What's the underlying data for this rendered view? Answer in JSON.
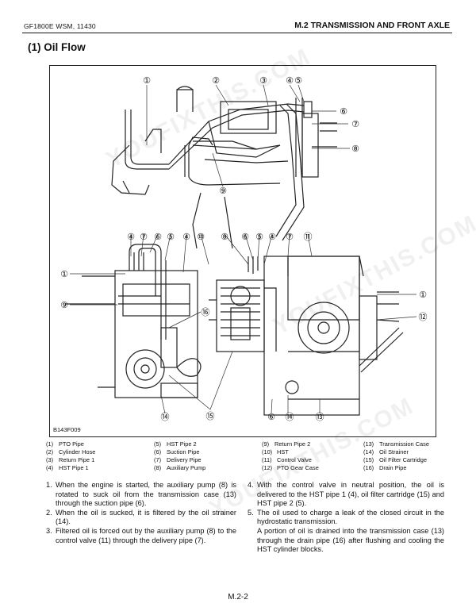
{
  "header": {
    "left": "GF1800E  WSM, 11430",
    "right": "M.2 TRANSMISSION AND FRONT AXLE"
  },
  "section_title": "(1) Oil Flow",
  "figure": {
    "code": "B143F009",
    "top_callouts": [
      "①",
      "②",
      "③",
      "④",
      "⑤",
      "⑥",
      "⑦",
      "⑧",
      "⑨"
    ],
    "bottom_callouts_top": [
      "④",
      "⑦",
      "⑥",
      "⑤",
      "④",
      "⑩",
      "⑧",
      "⑥",
      "⑤",
      "④",
      "⑦",
      "⑪"
    ],
    "bottom_callouts_side": [
      "①",
      "⑨",
      "⑯",
      "⑭",
      "⑮",
      "⑥",
      "⑭",
      "⑬",
      "①",
      "⑫"
    ]
  },
  "legend": [
    {
      "num": "(1)",
      "label": "PTO Pipe"
    },
    {
      "num": "(2)",
      "label": "Cylinder Hose"
    },
    {
      "num": "(3)",
      "label": "Return Pipe 1"
    },
    {
      "num": "(4)",
      "label": "HST Pipe 1"
    },
    {
      "num": "(5)",
      "label": "HST Pipe 2"
    },
    {
      "num": "(6)",
      "label": "Suction Pipe"
    },
    {
      "num": "(7)",
      "label": "Delivery Pipe"
    },
    {
      "num": "(8)",
      "label": "Auxiliary Pump"
    },
    {
      "num": "(9)",
      "label": "Return Pipe 2"
    },
    {
      "num": "(10)",
      "label": "HST"
    },
    {
      "num": "(11)",
      "label": "Control Valve"
    },
    {
      "num": "(12)",
      "label": "PTO Gear Case"
    },
    {
      "num": "(13)",
      "label": "Transmission Case"
    },
    {
      "num": "(14)",
      "label": "Oil Strainer"
    },
    {
      "num": "(15)",
      "label": "Oil Filter Cartridge"
    },
    {
      "num": "(16)",
      "label": "Drain Pipe"
    }
  ],
  "steps_left": [
    {
      "n": "1.",
      "text": "When the engine is started, the auxiliary pump (8) is rotated to suck oil from the transmission case (13) through the suction pipe (6)."
    },
    {
      "n": "2.",
      "text": "When the oil is sucked, it is filtered by the oil strainer (14)."
    },
    {
      "n": "3.",
      "text": "Filtered oil is forced out by the auxiliary pump (8) to the control valve (11) through the delivery pipe (7)."
    }
  ],
  "steps_right": [
    {
      "n": "4.",
      "text": "With the control valve in neutral position, the oil is delivered to the HST pipe 1 (4), oil filter cartridge (15) and HST pipe 2 (5)."
    },
    {
      "n": "5.",
      "text": "The oil used to charge a leak of the closed circuit in the hydrostatic transmission."
    },
    {
      "n": "",
      "text": "A portion of oil is drained into the transmission case (13) through the drain pipe (16) after flushing and cooling the HST cylinder blocks."
    }
  ],
  "page_number": "M.2-2",
  "watermark_text": "YOUFIXTHIS.COM"
}
